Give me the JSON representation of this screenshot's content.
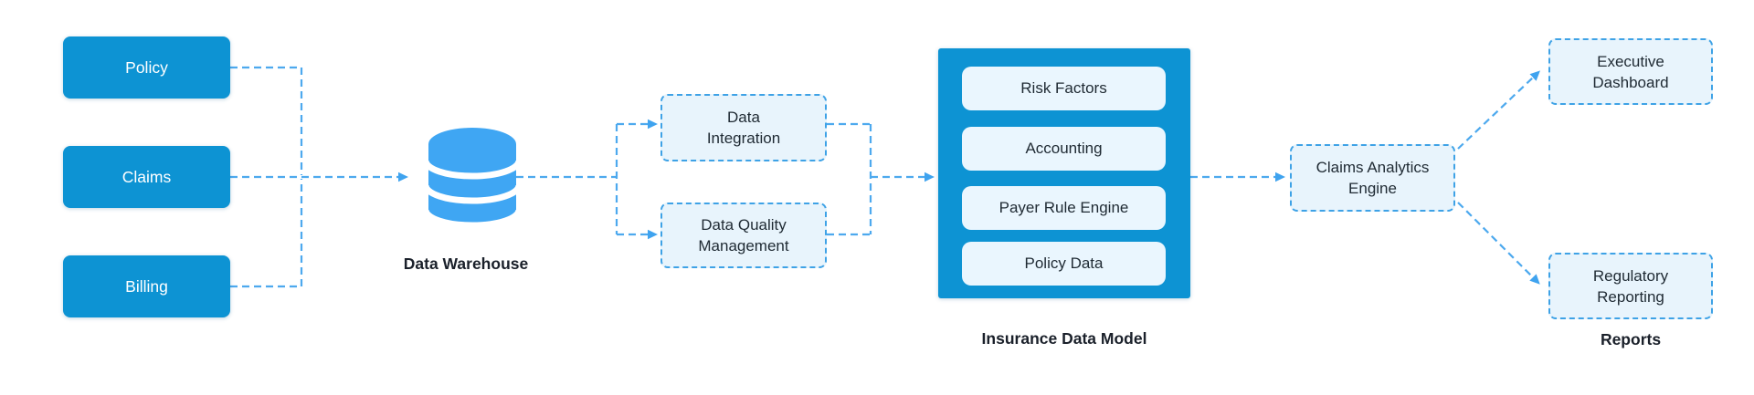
{
  "colors": {
    "primary_blue": "#0D93D3",
    "database_icon_blue": "#3FA6F3",
    "connector_blue": "#4DA9EE",
    "arrowhead_blue": "#3FA3EF",
    "light_box_fill": "#E8F4FC",
    "dashed_border_blue": "#3EA2E6",
    "dark_text": "#1F2A33",
    "white_text": "#FFFFFF"
  },
  "sources": {
    "policy": "Policy",
    "claims": "Claims",
    "billing": "Billing"
  },
  "warehouse": {
    "icon": "database-icon",
    "label": "Data Warehouse"
  },
  "processing": {
    "integration": {
      "line1": "Data",
      "line2": "Integration"
    },
    "quality": {
      "line1": "Data Quality",
      "line2": "Management"
    }
  },
  "model": {
    "label": "Insurance Data Model",
    "items": [
      "Risk Factors",
      "Accounting",
      "Payer Rule Engine",
      "Policy Data"
    ]
  },
  "analytics": {
    "line1": "Claims Analytics",
    "line2": "Engine"
  },
  "outputs": {
    "label": "Reports",
    "dashboard": {
      "line1": "Executive",
      "line2": "Dashboard"
    },
    "regulatory": {
      "line1": "Regulatory",
      "line2": "Reporting"
    }
  }
}
